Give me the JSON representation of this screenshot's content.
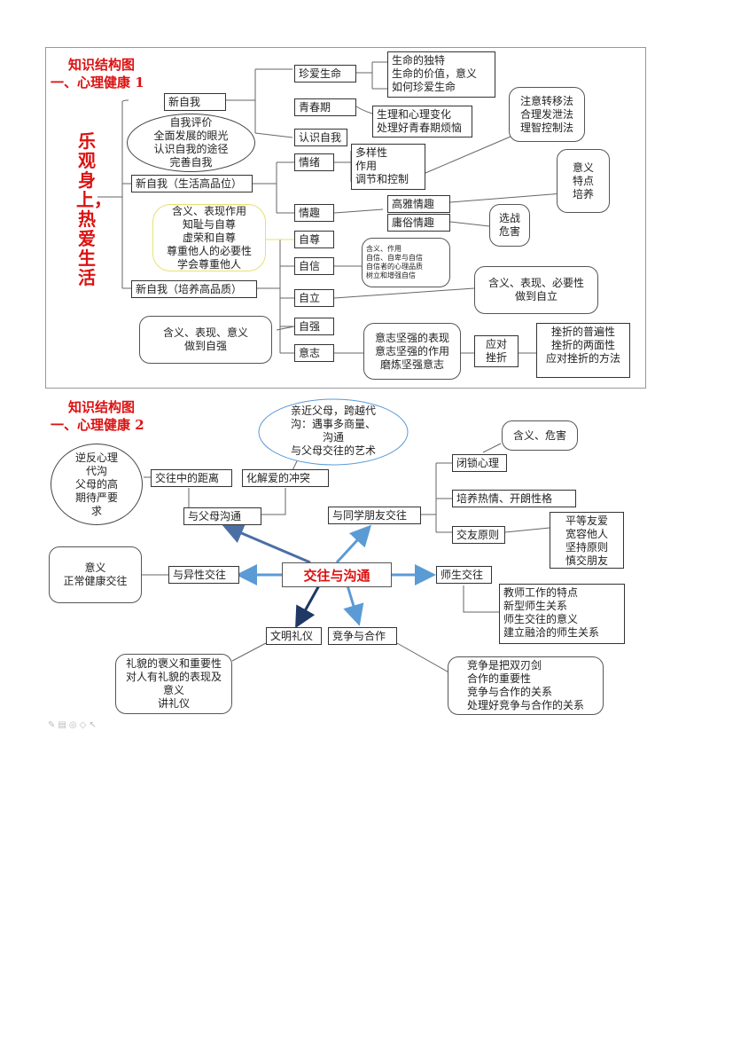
{
  "panel1": {
    "title_line1": "知识结构图",
    "title_line2": "一、心理健康 1",
    "vertical_title": "乐观身上，热爱生活",
    "left_nodes": {
      "new_self": "新自我",
      "new_self_life": "新自我（生活高品位）",
      "new_self_quality": "新自我（培养高品质）"
    },
    "ellipse_self": "自我评价\n全面发展的眼光\n认识自我的途径\n完善自我",
    "yellow_bubble": "含义、表现作用\n知耻与自尊\n虚荣和自尊\n尊重他人的必要性\n学会尊重他人",
    "mid_nodes": {
      "cherish_life": "珍爱生命",
      "adolescence": "青春期",
      "know_self": "认识自我",
      "emotion": "情绪",
      "interest": "情趣",
      "self_respect": "自尊",
      "confidence": "自信",
      "independence": "自立",
      "self_improve": "自强",
      "will": "意志"
    },
    "life_detail": "生命的独特\n生命的价值，意义\n如何珍爱生命",
    "adolescence_detail": "生理和心理变化\n处理好青春期烦恼",
    "emotion_detail": "多样性\n作用\n调节和控制",
    "emotion_methods": "注意转移法\n合理发泄法\n理智控制法",
    "elegant_interest": "高雅情趣",
    "vulgar_interest": "庸俗情趣",
    "interest_detail": "意义\n特点\n培养",
    "vulgar_detail": "选战\n危害",
    "confidence_detail": "含义、作用\n自信、自卑与自信\n自信者的心理品质\n树立和增强自信",
    "independence_detail": "含义、表现、必要性\n做到自立",
    "improve_detail": "含义、表现、意义\n做到自强",
    "will_detail": "意志坚强的表现\n意志坚强的作用\n磨炼坚强意志",
    "frustration": "应对\n挫折",
    "frustration_detail": "挫折的普遍性\n挫折的两面性\n应对挫折的方法"
  },
  "panel2": {
    "title_line1": "知识结构图",
    "title_line2": "一、心理健康 2",
    "center": "交往与沟通",
    "cloud": "亲近父母，跨越代\n沟：遇事多商量、\n沟通\n与父母交往的艺术",
    "nodes": {
      "distance": "交往中的距离",
      "resolve": "化解爱的冲突",
      "parents": "与父母沟通",
      "peers": "与同学朋友交往",
      "closed": "闭锁心理",
      "cultivate": "培养热情、开朗性格",
      "friend_principle": "交友原则",
      "opposite": "与异性交往",
      "teacher": "师生交往",
      "civility": "文明礼仪",
      "compete": "竞争与合作"
    },
    "left_bubble": "逆反心理\n代沟\n父母的高\n期待严要\n求",
    "closed_detail": "含义、危害",
    "principle_detail": "平等友爱\n宽容他人\n坚持原则\n慎交朋友",
    "opposite_detail": "意义\n正常健康交往",
    "teacher_detail": "教师工作的特点\n新型师生关系\n师生交往的意义\n建立融洽的师生关系",
    "civility_detail": "礼貌的褒义和重要性\n对人有礼貌的表现及\n意义\n讲礼仪",
    "compete_detail": "竞争是把双刃剑\n合作的重要性\n竞争与合作的关系\n处理好竞争与合作的关系",
    "colors": {
      "title": "#dd1111",
      "arrow_light": "#5b9bd5",
      "arrow_dark": "#1f3864",
      "bubble_border": "#e8e070"
    }
  }
}
